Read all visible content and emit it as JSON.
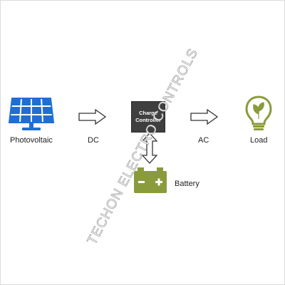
{
  "nodes": {
    "photovoltaic": "Photovoltaic",
    "dc": "DC",
    "charge_controller": [
      "Charge",
      "Controller"
    ],
    "ac": "AC",
    "load": "Load",
    "battery": "Battery"
  },
  "watermark": "TECHON ELECTRO CONTROLS",
  "colors": {
    "solar_panel": "#1f6fd1",
    "battery": "#8a9b3c",
    "bulb": "#8a9b3c",
    "controller": "#3f3f3f"
  },
  "icons": {
    "photovoltaic": "solar-panel-icon",
    "battery": "battery-icon",
    "load": "light-bulb-icon"
  }
}
